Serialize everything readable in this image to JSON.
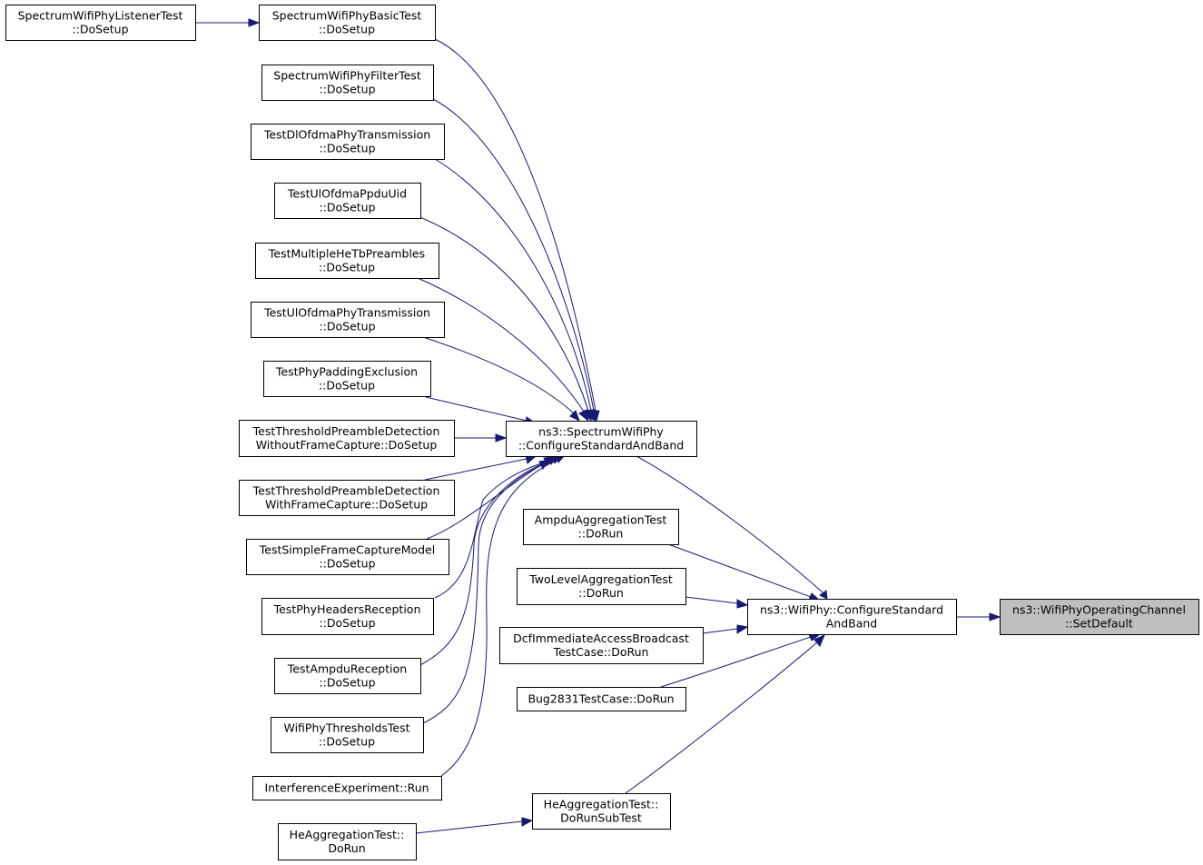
{
  "graph": {
    "colors": {
      "edge": "#191970",
      "node_border": "#000000",
      "current_fill": "#bfbfbf",
      "background": "#ffffff"
    },
    "nodes": [
      {
        "id": "setdefault",
        "lines": [
          "ns3::WifiPhyOperatingChannel",
          "::SetDefault"
        ],
        "current": true
      },
      {
        "id": "wifiphy_csb",
        "lines": [
          "ns3::WifiPhy::ConfigureStandard",
          "AndBand"
        ]
      },
      {
        "id": "spectrum_csb",
        "lines": [
          "ns3::SpectrumWifiPhy",
          "::ConfigureStandardAndBand"
        ]
      },
      {
        "id": "listener",
        "lines": [
          "SpectrumWifiPhyListenerTest",
          "::DoSetup"
        ]
      },
      {
        "id": "basic",
        "lines": [
          "SpectrumWifiPhyBasicTest",
          "::DoSetup"
        ]
      },
      {
        "id": "filter",
        "lines": [
          "SpectrumWifiPhyFilterTest",
          "::DoSetup"
        ]
      },
      {
        "id": "dlofdma",
        "lines": [
          "TestDlOfdmaPhyTransmission",
          "::DoSetup"
        ]
      },
      {
        "id": "ulppdu",
        "lines": [
          "TestUlOfdmaPpduUid",
          "::DoSetup"
        ]
      },
      {
        "id": "multiplehe",
        "lines": [
          "TestMultipleHeTbPreambles",
          "::DoSetup"
        ]
      },
      {
        "id": "ulofdma",
        "lines": [
          "TestUlOfdmaPhyTransmission",
          "::DoSetup"
        ]
      },
      {
        "id": "padding",
        "lines": [
          "TestPhyPaddingExclusion",
          "::DoSetup"
        ]
      },
      {
        "id": "thr_without",
        "lines": [
          "TestThresholdPreambleDetection",
          "WithoutFrameCapture::DoSetup"
        ]
      },
      {
        "id": "thr_with",
        "lines": [
          "TestThresholdPreambleDetection",
          "WithFrameCapture::DoSetup"
        ]
      },
      {
        "id": "simplecapture",
        "lines": [
          "TestSimpleFrameCaptureModel",
          "::DoSetup"
        ]
      },
      {
        "id": "headers",
        "lines": [
          "TestPhyHeadersReception",
          "::DoSetup"
        ]
      },
      {
        "id": "ampdurx",
        "lines": [
          "TestAmpduReception",
          "::DoSetup"
        ]
      },
      {
        "id": "thresholds",
        "lines": [
          "WifiPhyThresholdsTest",
          "::DoSetup"
        ]
      },
      {
        "id": "interference",
        "lines": [
          "InterferenceExperiment::Run"
        ]
      },
      {
        "id": "ampduagg",
        "lines": [
          "AmpduAggregationTest",
          "::DoRun"
        ]
      },
      {
        "id": "twolevel",
        "lines": [
          "TwoLevelAggregationTest",
          "::DoRun"
        ]
      },
      {
        "id": "dcf",
        "lines": [
          "DcfImmediateAccessBroadcast",
          "TestCase::DoRun"
        ]
      },
      {
        "id": "bug2831",
        "lines": [
          "Bug2831TestCase::DoRun"
        ]
      },
      {
        "id": "heagg_sub",
        "lines": [
          "HeAggregationTest::",
          "DoRunSubTest"
        ]
      },
      {
        "id": "heagg_run",
        "lines": [
          "HeAggregationTest::",
          "DoRun"
        ]
      }
    ],
    "edges": [
      {
        "from": "wifiphy_csb",
        "to": "setdefault"
      },
      {
        "from": "spectrum_csb",
        "to": "wifiphy_csb"
      },
      {
        "from": "ampduagg",
        "to": "wifiphy_csb"
      },
      {
        "from": "twolevel",
        "to": "wifiphy_csb"
      },
      {
        "from": "dcf",
        "to": "wifiphy_csb"
      },
      {
        "from": "bug2831",
        "to": "wifiphy_csb"
      },
      {
        "from": "heagg_sub",
        "to": "wifiphy_csb"
      },
      {
        "from": "heagg_run",
        "to": "heagg_sub"
      },
      {
        "from": "listener",
        "to": "basic"
      },
      {
        "from": "basic",
        "to": "spectrum_csb"
      },
      {
        "from": "filter",
        "to": "spectrum_csb"
      },
      {
        "from": "dlofdma",
        "to": "spectrum_csb"
      },
      {
        "from": "ulppdu",
        "to": "spectrum_csb"
      },
      {
        "from": "multiplehe",
        "to": "spectrum_csb"
      },
      {
        "from": "ulofdma",
        "to": "spectrum_csb"
      },
      {
        "from": "padding",
        "to": "spectrum_csb"
      },
      {
        "from": "thr_without",
        "to": "spectrum_csb"
      },
      {
        "from": "thr_with",
        "to": "spectrum_csb"
      },
      {
        "from": "simplecapture",
        "to": "spectrum_csb"
      },
      {
        "from": "headers",
        "to": "spectrum_csb"
      },
      {
        "from": "ampdurx",
        "to": "spectrum_csb"
      },
      {
        "from": "thresholds",
        "to": "spectrum_csb"
      },
      {
        "from": "interference",
        "to": "spectrum_csb"
      }
    ]
  }
}
